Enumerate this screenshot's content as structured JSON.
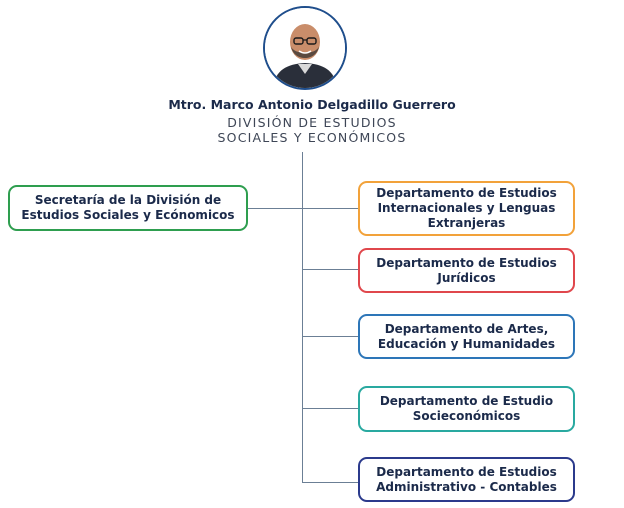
{
  "head": {
    "name": "Mtro. Marco Antonio Delgadillo Guerrero",
    "division_line1": "DIVISIÓN DE ESTUDIOS",
    "division_line2": "SOCIALES Y ECONÓMICOS"
  },
  "secretaria": {
    "line1": "Secretaría de la División de",
    "line2": "Estudios Sociales y Ecónomicos",
    "color": "#2e9e4f"
  },
  "departments": [
    {
      "lines": [
        "Departamento de Estudios",
        "Internacionales y Lenguas",
        "Extranjeras"
      ],
      "color": "#f2a23a"
    },
    {
      "lines": [
        "Departamento de Estudios",
        "Jurídicos"
      ],
      "color": "#e0474c"
    },
    {
      "lines": [
        "Departamento de Artes,",
        "Educación y Humanidades"
      ],
      "color": "#2d76b8"
    },
    {
      "lines": [
        "Departamento de Estudio",
        "Socieconómicos"
      ],
      "color": "#29a9a0"
    },
    {
      "lines": [
        "Departamento de Estudios",
        "Administrativo - Contables"
      ],
      "color": "#2b3a8c"
    }
  ],
  "connector_color": "#6b7f95",
  "icons": [
    "person-portrait"
  ]
}
